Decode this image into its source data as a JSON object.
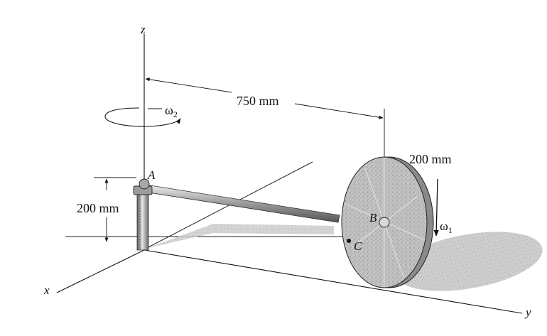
{
  "axes": {
    "x": "x",
    "y": "y",
    "z": "z"
  },
  "points": {
    "A": "A",
    "B": "B",
    "C": "C"
  },
  "dimensions": {
    "horizontal": "750 mm",
    "disk_radius": "200 mm",
    "height": "200 mm"
  },
  "angular_velocities": {
    "omega1": {
      "symbol": "ω",
      "subscript": "1"
    },
    "omega2": {
      "symbol": "ω",
      "subscript": "2"
    }
  },
  "colors": {
    "line": "#111111",
    "disk_face": "#c4c4c4",
    "disk_rim": "#8c8c8c",
    "shadow": "#bdbdbd",
    "rod": "#9a9a9a"
  }
}
